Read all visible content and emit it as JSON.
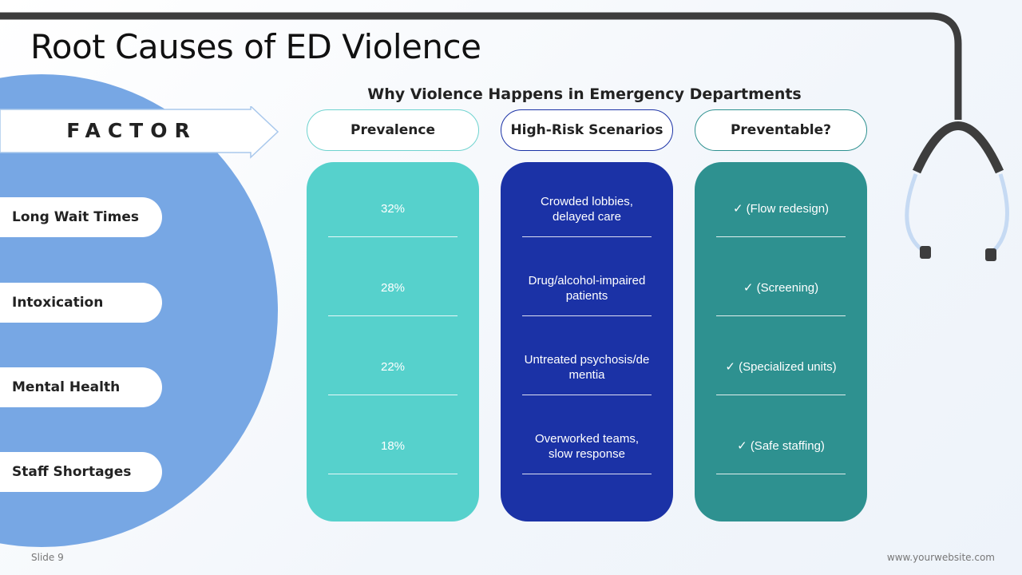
{
  "title": "Root Causes of ED Violence",
  "subtitle": "Why Violence Happens in Emergency Departments",
  "factor_label": "FACTOR",
  "headers": [
    "Prevalence",
    "High-Risk Scenarios",
    "Preventable?"
  ],
  "rows": [
    {
      "factor": "Long Wait Times",
      "prevalence": "32%",
      "scenario": "Crowded lobbies, delayed care",
      "preventable": "✓ (Flow redesign)"
    },
    {
      "factor": "Intoxication",
      "prevalence": "28%",
      "scenario": "Drug/alcohol-impaired patients",
      "preventable": "✓ (Screening)"
    },
    {
      "factor": "Mental Health",
      "prevalence": "22%",
      "scenario": "Untreated psychosis/dementia",
      "preventable": "✓ (Specialized units)"
    },
    {
      "factor": "Staff Shortages",
      "prevalence": "18%",
      "scenario": "Overworked teams, slow response",
      "preventable": "✓ (Safe staffing)"
    }
  ],
  "footer": {
    "slide": "Slide 9",
    "website": "www.yourwebsite.com"
  },
  "colors": {
    "prevalence": "#56d1cc",
    "scenarios": "#1b32a6",
    "preventable": "#2e9190",
    "circle": "#77a7e4"
  }
}
